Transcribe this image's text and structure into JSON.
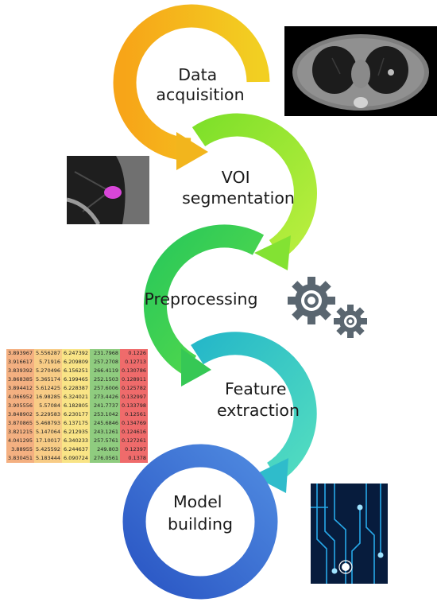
{
  "steps": [
    {
      "id": "data-acquisition",
      "line1": "Data",
      "line2": "acquisition",
      "color_start": "#f7a518",
      "color_end": "#f2cf22"
    },
    {
      "id": "voi-segmentation",
      "line1": "VOI",
      "line2": "segmentation",
      "color_start": "#7fe02a",
      "color_end": "#b9ee3e"
    },
    {
      "id": "preprocessing",
      "line1": "Preprocessing",
      "line2": "",
      "color_start": "#29c85a",
      "color_end": "#5ddc48"
    },
    {
      "id": "feature-extraction",
      "line1": "Feature",
      "line2": "extraction",
      "color_start": "#26b8c8",
      "color_end": "#52dcc0"
    },
    {
      "id": "model-building",
      "line1": "Model",
      "line2": "building",
      "color_start": "#2a56c4",
      "color_end": "#4f8ae0"
    }
  ],
  "feature_table": {
    "rows": [
      [
        "3.893967",
        "5.556287",
        "6.247392",
        "231.7968",
        "0.1226"
      ],
      [
        "3.916617",
        "5.71916",
        "6.209809",
        "257.2708",
        "0.12713"
      ],
      [
        "3.839392",
        "5.270496",
        "6.156251",
        "266.4119",
        "0.130786"
      ],
      [
        "3.868385",
        "5.365174",
        "6.199465",
        "252.1503",
        "0.128911"
      ],
      [
        "3.894412",
        "5.612425",
        "6.228387",
        "257.6006",
        "0.125782"
      ],
      [
        "4.066952",
        "16.98285",
        "6.324021",
        "273.4426",
        "0.132997"
      ],
      [
        "3.905556",
        "5.57084",
        "6.182805",
        "241.7737",
        "0.133798"
      ],
      [
        "3.848902",
        "5.229583",
        "6.230177",
        "253.1042",
        "0.12561"
      ],
      [
        "3.870865",
        "5.468793",
        "6.137175",
        "245.6846",
        "0.134769"
      ],
      [
        "3.821215",
        "5.147064",
        "6.212935",
        "243.1261",
        "0.124616"
      ],
      [
        "4.041295",
        "17.10017",
        "6.340233",
        "257.5761",
        "0.127261"
      ],
      [
        "3.88955",
        "5.425592",
        "6.244637",
        "249.803",
        "0.12397"
      ],
      [
        "3.830451",
        "5.183444",
        "6.090724",
        "276.0561",
        "0.1378"
      ]
    ]
  },
  "images": {
    "ct": "ct-scan-image",
    "segmentation": "segmentation-image",
    "gears": "gears-icon",
    "circuit": "circuit-board-image"
  },
  "colors": {
    "ct_body": "#8a8a8a",
    "lung": "#1c1c1c",
    "segmentation_highlight": "#d946d9",
    "gear": "#5a6670",
    "circuit_line": "#27a8e8",
    "circuit_bg": "#071c3d"
  }
}
